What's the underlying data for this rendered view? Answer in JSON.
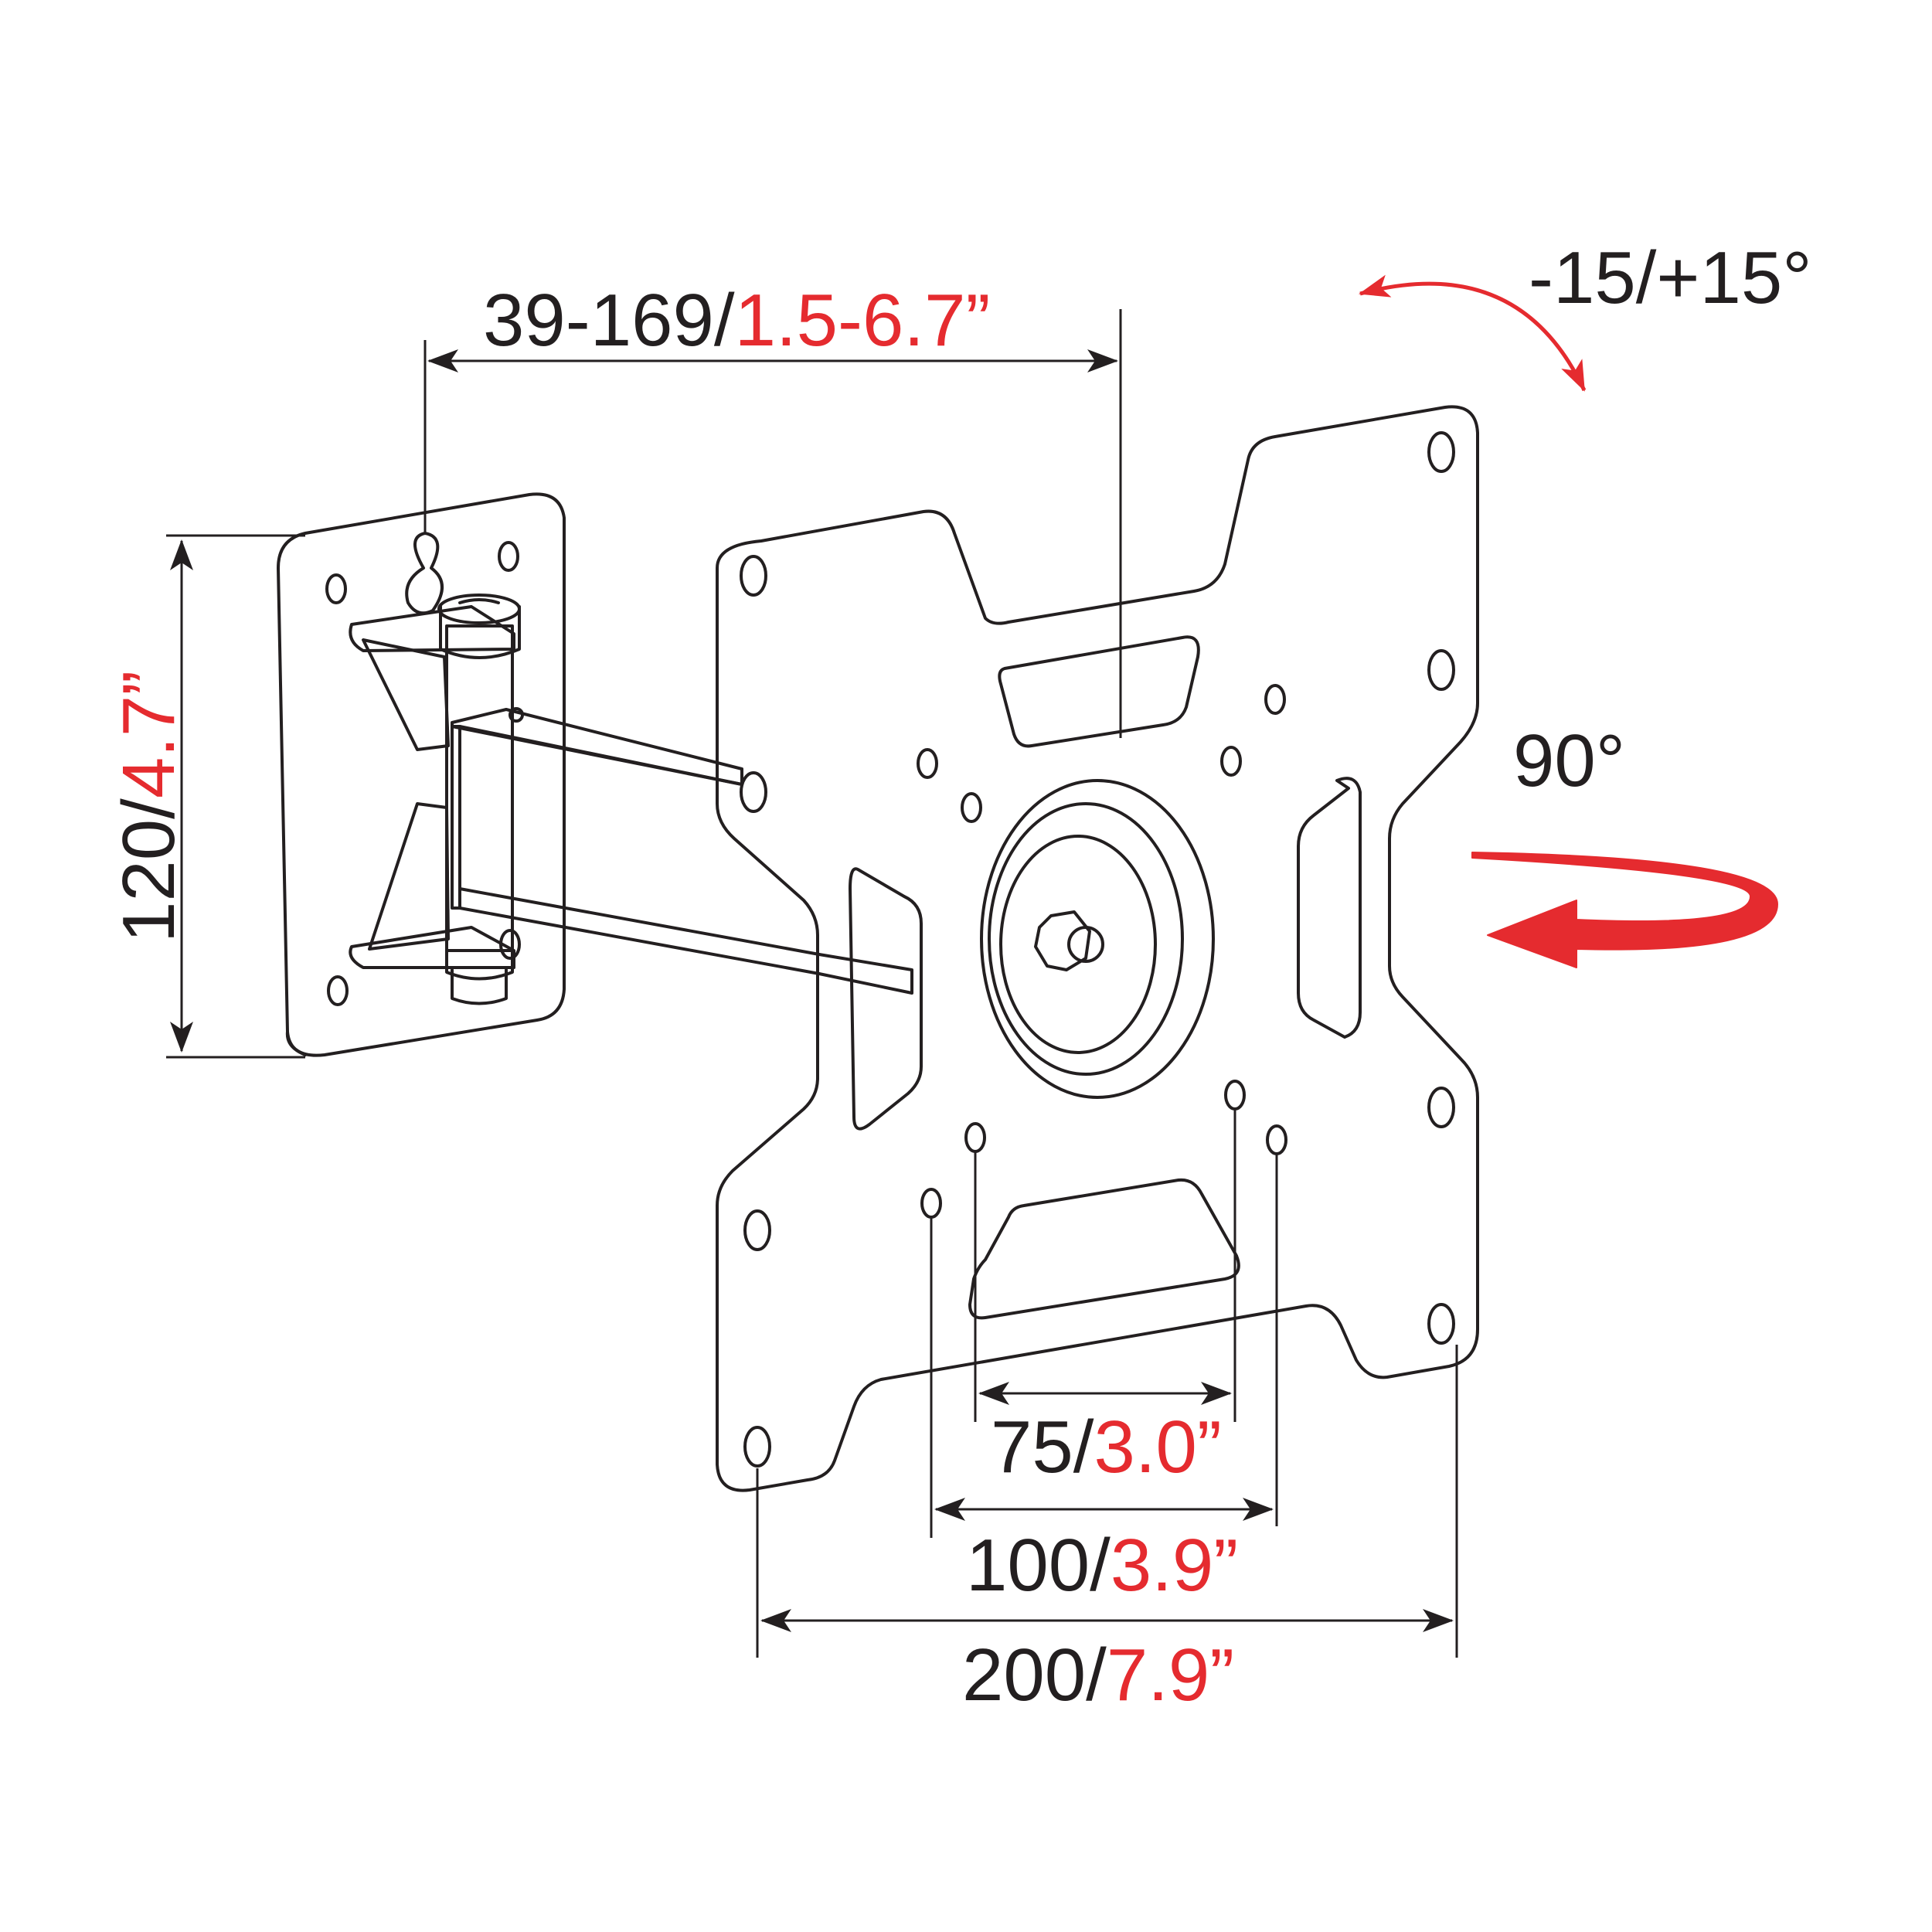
{
  "colors": {
    "line": "#231f20",
    "accent": "#e52b2f"
  },
  "dimensions": {
    "arm_extension": {
      "metric": "39-169/",
      "imperial": "1.5-6.7”"
    },
    "wall_plate_height": {
      "metric": "120/",
      "imperial": "4.7”"
    },
    "vesa_75": {
      "metric": "75/",
      "imperial": "3.0”"
    },
    "vesa_100": {
      "metric": "100/",
      "imperial": "3.9”"
    },
    "vesa_200": {
      "metric": "200/",
      "imperial": "7.9”"
    }
  },
  "motion": {
    "tilt": "-15/+15°",
    "rotation": "90°"
  },
  "icons": [
    "tilt-arrow-icon",
    "rotation-arrow-icon"
  ]
}
